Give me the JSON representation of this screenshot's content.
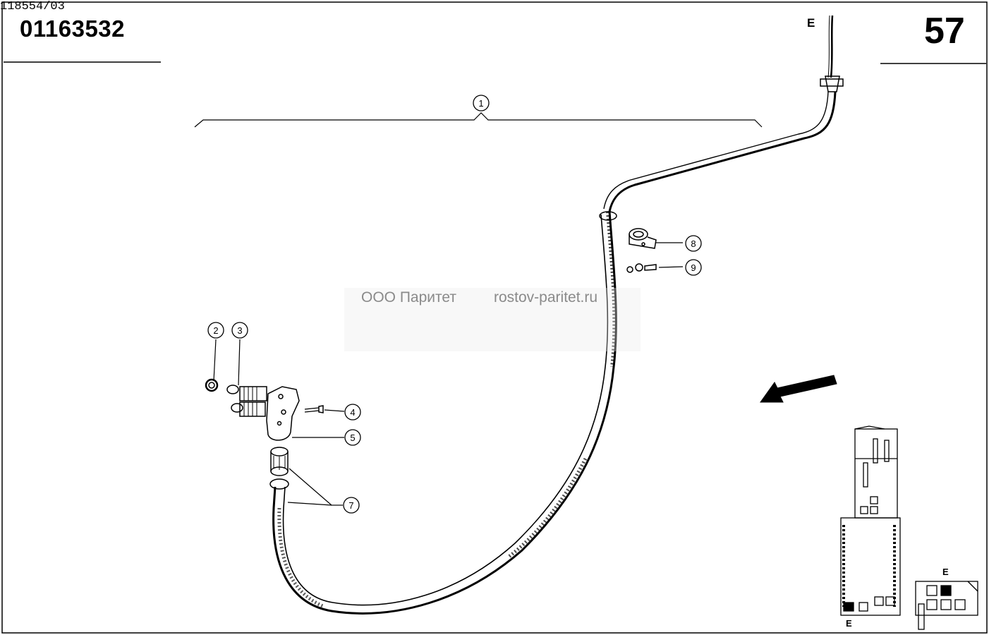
{
  "header": {
    "part_number": "01163532",
    "page_number": "57",
    "drawing_ref": "118554/03"
  },
  "watermark": {
    "company": "ООО Паритет",
    "site": "rostov-paritet.ru"
  },
  "orientation_mark": "E",
  "callouts": {
    "c1": "1",
    "c2": "2",
    "c3": "3",
    "c4": "4",
    "c5": "5",
    "c7": "7",
    "c8": "8",
    "c9": "9"
  },
  "location_map": {
    "label_main": "E",
    "label_detail": "E"
  }
}
